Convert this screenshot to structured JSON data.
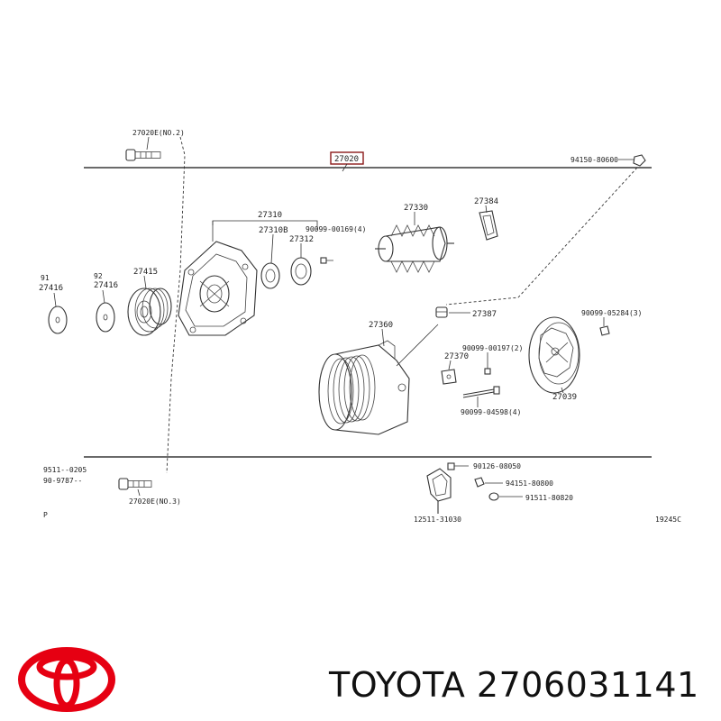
{
  "diagram": {
    "assembly_number": "27020",
    "figure_code": "19245C",
    "labels": {
      "bolt_top": "27020E(NO.2)",
      "bolt_bottom": "27020E(NO.3)",
      "nut_top_right": "94150-80600",
      "frame": "27310",
      "frame_sub": "27310B",
      "bearing": "27312",
      "screw_frame": "90099-00169(4)",
      "rotor": "27330",
      "holder": "27384",
      "left_small": "27416",
      "left_small_ref": "91",
      "washer_left": "27416",
      "washer_left_ref": "92",
      "pulley": "27415",
      "plug": "27387",
      "stator": "27360",
      "regulator": "27370",
      "screw_reg": "90099-00197(2)",
      "bolt_long": "90099-04598(4)",
      "cover_screw": "90099-05284(3)",
      "cover": "27039",
      "bracket_bolt": "90126-08050",
      "bracket_nut": "94151-80800",
      "bracket_washer": "91511-80820",
      "bracket": "12511-31030",
      "left_note_1": "9511--0205",
      "left_note_2": "90-9787--",
      "left_note_3": "P"
    }
  },
  "brand": {
    "text": "TOYOTA 2706031141",
    "logo_color": "#e60012"
  }
}
